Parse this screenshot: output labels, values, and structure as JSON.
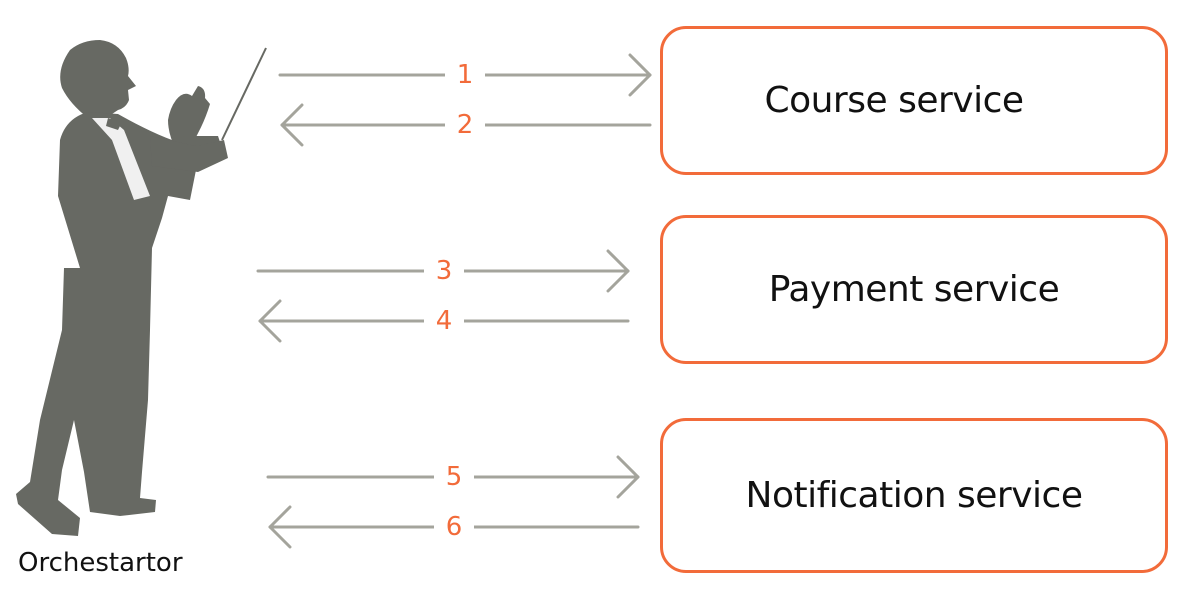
{
  "orchestrator": {
    "label": "Orchestartor",
    "icon": "conductor-silhouette-icon",
    "color": "#676963"
  },
  "services": [
    {
      "label": "Course service"
    },
    {
      "label": "Payment service"
    },
    {
      "label": "Notification service"
    }
  ],
  "steps": [
    "1",
    "2",
    "3",
    "4",
    "5",
    "6"
  ],
  "colors": {
    "accent": "#f26b3a",
    "arrow": "#a4a49c",
    "text": "#111111"
  }
}
